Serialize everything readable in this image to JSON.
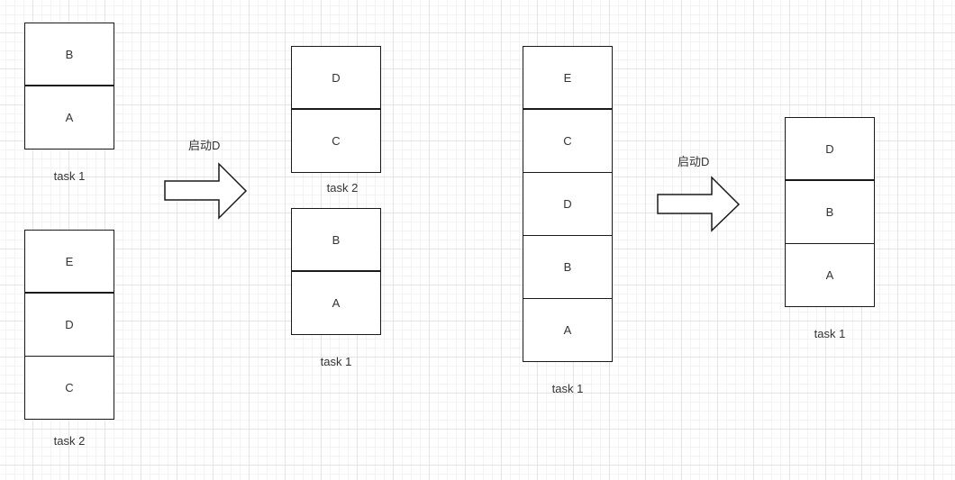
{
  "groups": [
    {
      "label": "task 1",
      "blocks": [
        "B",
        "A"
      ]
    },
    {
      "label": "task 2",
      "blocks": [
        "E",
        "D",
        "C"
      ]
    },
    {
      "label": "task 2",
      "blocks": [
        "D",
        "C"
      ]
    },
    {
      "label": "task 1",
      "blocks": [
        "B",
        "A"
      ]
    },
    {
      "label": "task 1",
      "blocks": [
        "E",
        "C",
        "D",
        "B",
        "A"
      ]
    },
    {
      "label": "task 1",
      "blocks": [
        "D",
        "B",
        "A"
      ]
    }
  ],
  "arrows": [
    {
      "label": "启动D"
    },
    {
      "label": "启动D"
    }
  ]
}
